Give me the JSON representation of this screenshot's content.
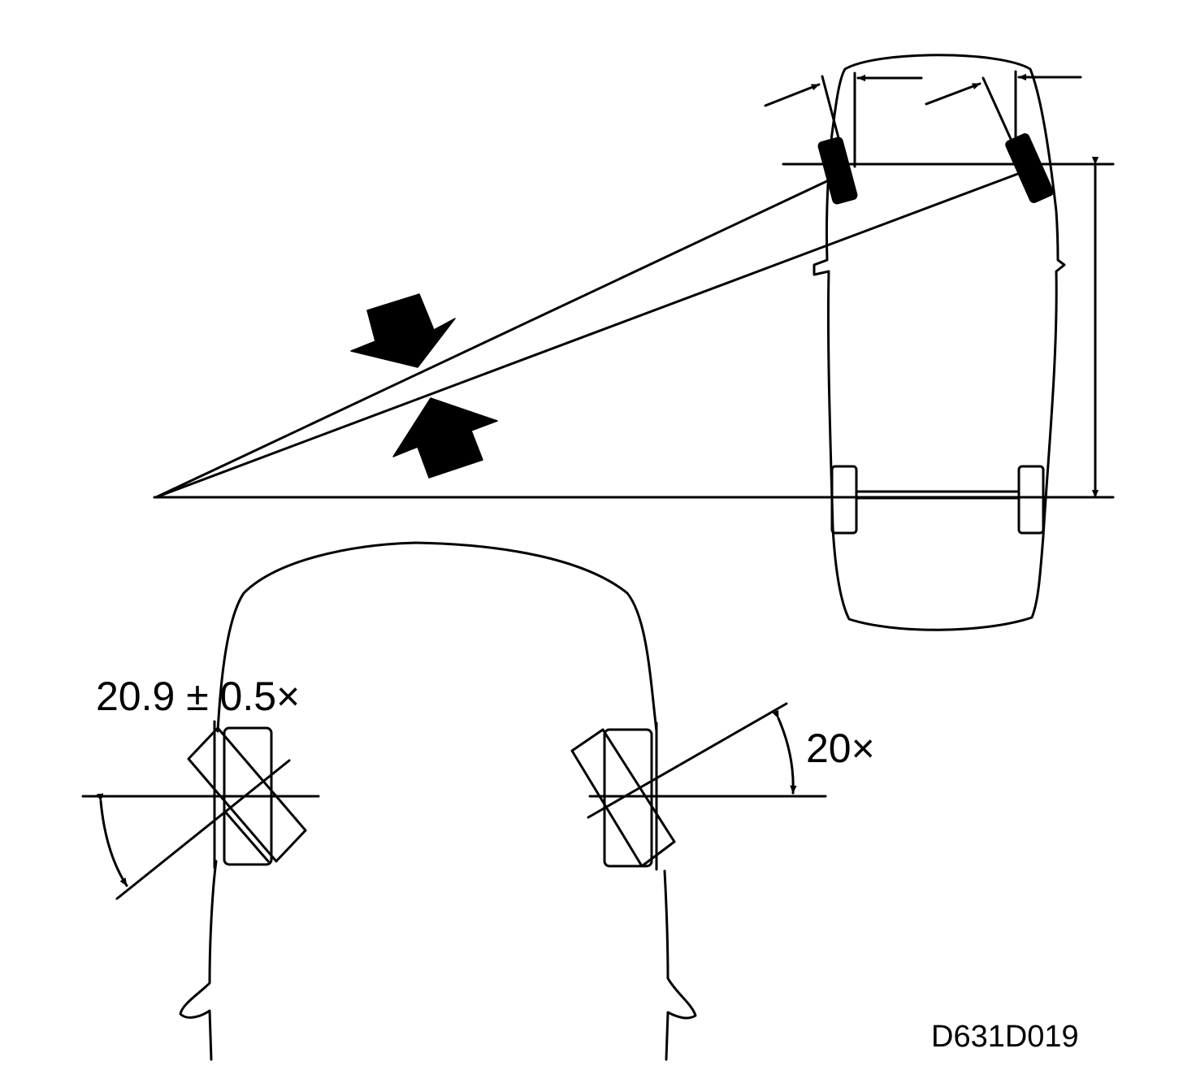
{
  "labels": {
    "left_angle": "20.9 ± 0.5×",
    "right_angle": "20×",
    "figure_code": "D631D019"
  },
  "colors": {
    "line": "#000000",
    "background": "#ffffff"
  }
}
